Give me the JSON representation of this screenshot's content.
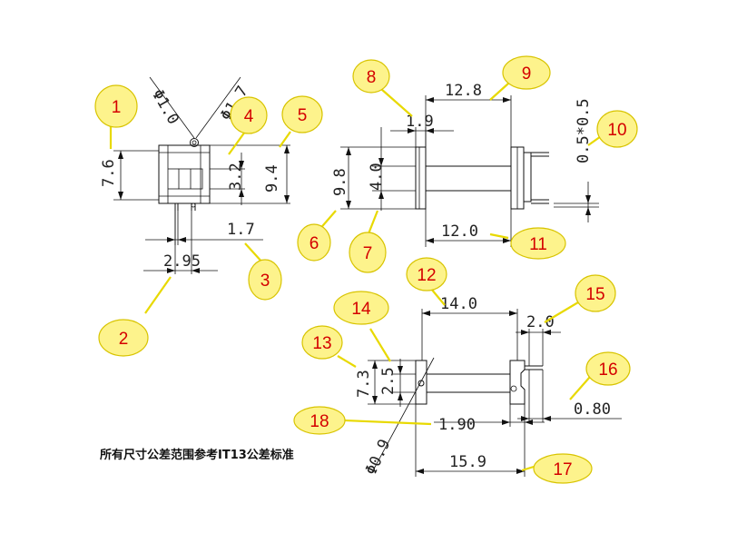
{
  "note": "所有尺寸公差范围参考IT13公差标准",
  "dimensions": {
    "d1_0": "Φ1.0",
    "d1_7": "Φ1.7",
    "h7_6": "7.6",
    "h3_2": "3.2",
    "h9_4": "9.4",
    "w1_7": "1.7",
    "w2_95": "2.95",
    "h9_8": "9.8",
    "h4_0": "4.0",
    "w1_9": "1.9",
    "w12_8": "12.8",
    "w12_0": "12.0",
    "pin_05x05": "0.5*0.5",
    "w14_0": "14.0",
    "w2_0": "2.0",
    "h7_3": "7.3",
    "h2_5": "2.5",
    "d0_9": "Φ0.9",
    "w1_90": "1.90",
    "w0_80": "0.80",
    "w15_9": "15.9"
  },
  "callouts": [
    "1",
    "2",
    "3",
    "4",
    "5",
    "6",
    "7",
    "8",
    "9",
    "10",
    "11",
    "12",
    "13",
    "14",
    "15",
    "16",
    "17",
    "18"
  ]
}
